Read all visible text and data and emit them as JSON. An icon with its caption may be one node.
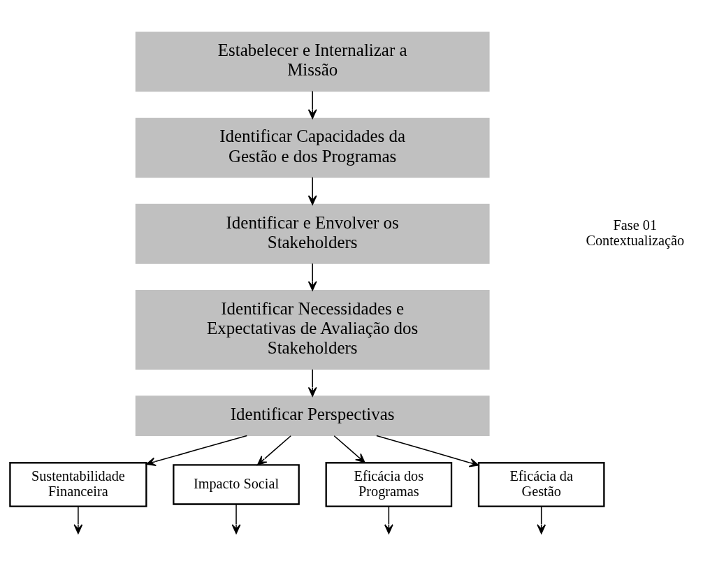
{
  "diagram": {
    "nodes": [
      {
        "text": [
          "Estabelecer e Internalizar a Missão"
        ]
      },
      {
        "text": [
          "Identificar Capacidades da Gestão e dos Programas"
        ]
      },
      {
        "text": [
          "Identificar e Envolver os Stakeholders"
        ]
      },
      {
        "text": [
          "Identificar Necessidades e Expectativas de Avaliação dos Stakeholders"
        ]
      },
      {
        "text": [
          "Identificar Perspectivas"
        ]
      },
      {
        "text": [
          "Sustentabilidade Financeira"
        ]
      },
      {
        "text": [
          "Impacto Social"
        ]
      },
      {
        "text": [
          "Eficácia dos Programas"
        ]
      },
      {
        "text": [
          "Eficácia da Gestão"
        ]
      }
    ],
    "edges": [
      {
        "from": 0,
        "to": 1,
        "arrow": "to"
      },
      {
        "from": 1,
        "to": 2,
        "arrow": "to"
      },
      {
        "from": 2,
        "to": 3,
        "arrow": "to"
      },
      {
        "from": 3,
        "to": 4,
        "arrow": "to"
      },
      {
        "from": 4,
        "to": 5,
        "arrow": "to"
      },
      {
        "from": 4,
        "to": 6,
        "arrow": "to"
      },
      {
        "from": 4,
        "to": 7,
        "arrow": "to"
      },
      {
        "from": 4,
        "to": 8,
        "arrow": "to"
      },
      {
        "from": 5,
        "to": null,
        "arrow": "to"
      },
      {
        "from": 6,
        "to": null,
        "arrow": "to"
      },
      {
        "from": 7,
        "to": null,
        "arrow": "to"
      },
      {
        "from": 8,
        "to": null,
        "arrow": "to"
      }
    ],
    "labels": [
      "Fase 01 Contextualização"
    ]
  }
}
